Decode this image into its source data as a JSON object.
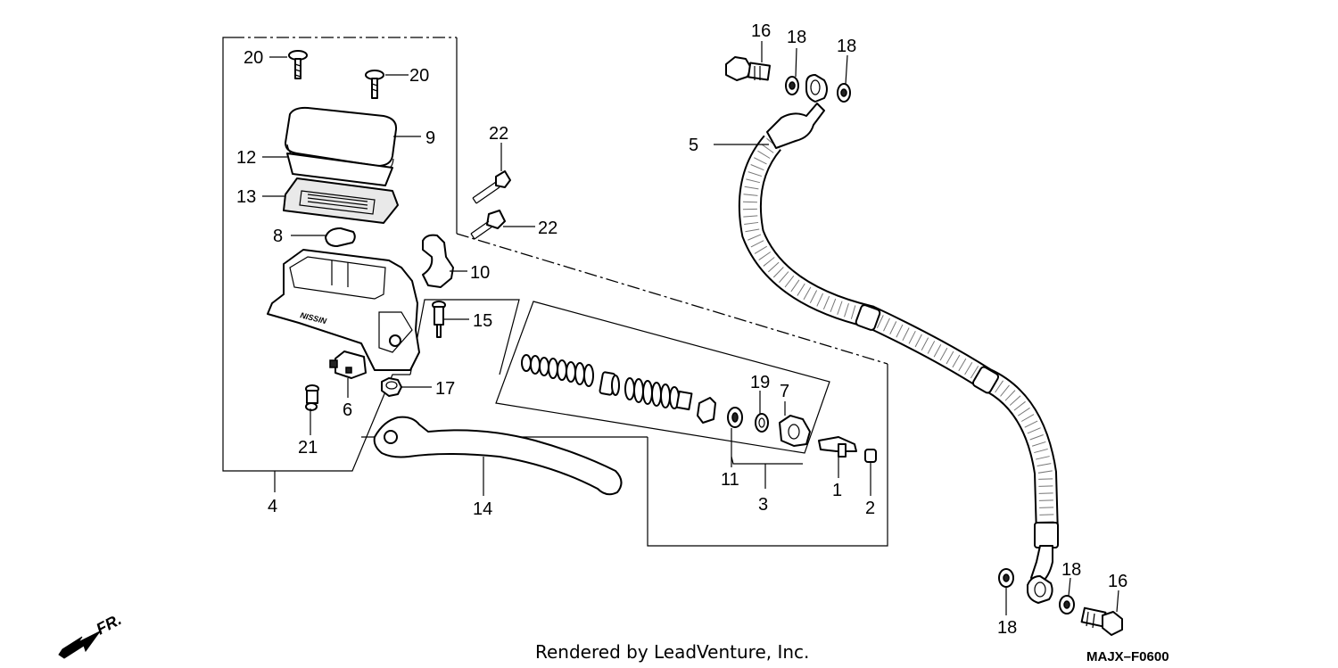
{
  "callouts": [
    {
      "id": "c20a",
      "text": "20"
    },
    {
      "id": "c20b",
      "text": "20"
    },
    {
      "id": "c9",
      "text": "9"
    },
    {
      "id": "c12",
      "text": "12"
    },
    {
      "id": "c13",
      "text": "13"
    },
    {
      "id": "c8",
      "text": "8"
    },
    {
      "id": "c22a",
      "text": "22"
    },
    {
      "id": "c22b",
      "text": "22"
    },
    {
      "id": "c10",
      "text": "10"
    },
    {
      "id": "c15",
      "text": "15"
    },
    {
      "id": "c17",
      "text": "17"
    },
    {
      "id": "c6",
      "text": "6"
    },
    {
      "id": "c21",
      "text": "21"
    },
    {
      "id": "c4",
      "text": "4"
    },
    {
      "id": "c14",
      "text": "14"
    },
    {
      "id": "c19",
      "text": "19"
    },
    {
      "id": "c7",
      "text": "7"
    },
    {
      "id": "c11",
      "text": "11"
    },
    {
      "id": "c3",
      "text": "3"
    },
    {
      "id": "c1",
      "text": "1"
    },
    {
      "id": "c2",
      "text": "2"
    },
    {
      "id": "c16a",
      "text": "16"
    },
    {
      "id": "c18a",
      "text": "18"
    },
    {
      "id": "c18b",
      "text": "18"
    },
    {
      "id": "c5",
      "text": "5"
    },
    {
      "id": "c18c",
      "text": "18"
    },
    {
      "id": "c16b",
      "text": "16"
    },
    {
      "id": "c18d",
      "text": "18"
    }
  ],
  "footer": {
    "rendered_by": "Rendered by LeadVenture, Inc.",
    "diagram_code": "MAJX–F0600"
  },
  "direction": {
    "label": "FR."
  },
  "body_marking": "NISSIN"
}
